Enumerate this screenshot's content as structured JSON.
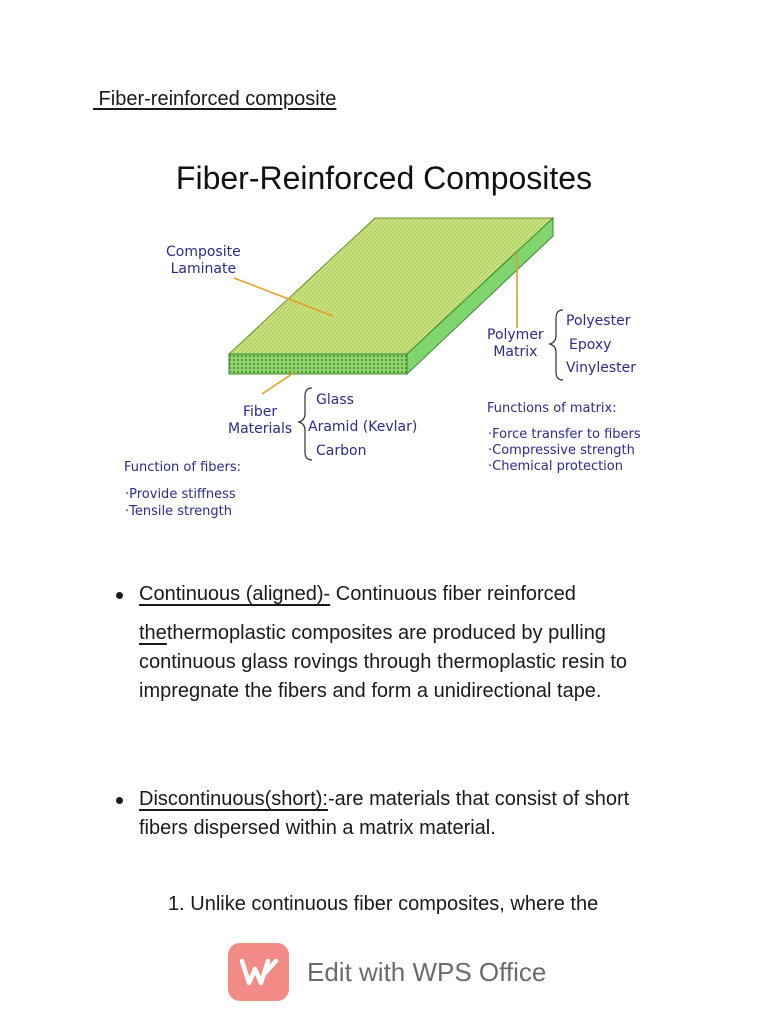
{
  "document": {
    "heading": " Fiber-reinforced composite"
  },
  "figure": {
    "title": "Fiber-Reinforced Composites",
    "composite_laminate_label": [
      "Composite",
      "Laminate"
    ],
    "polymer_matrix_label": [
      "Polymer",
      "Matrix"
    ],
    "matrix_types": [
      "Polyester",
      "Epoxy",
      "Vinylester"
    ],
    "fiber_materials_label": [
      "Fiber",
      "Materials"
    ],
    "fiber_types": [
      "Glass",
      "Aramid (Kevlar)",
      "Carbon"
    ],
    "matrix_functions_title": "Functions of matrix:",
    "matrix_functions": [
      "·Force transfer to fibers",
      "·Compressive strength",
      "·Chemical protection"
    ],
    "fiber_functions_title": "Function of fibers:",
    "fiber_functions": [
      "·Provide stiffness",
      "·Tensile strength"
    ],
    "colors": {
      "laminate_top": "#c9e27e",
      "laminate_front": "#8ed26a",
      "laminate_side": "#7fd66e",
      "leader_lines": "#e0a020",
      "label_text": "#2b2b8c"
    }
  },
  "bullets": [
    {
      "term": "Continuous (aligned)-",
      "first_line": " Continuous fiber reinforced",
      "the_word": "the",
      "rest": "thermoplastic composites are produced by pulling continuous glass rovings through thermoplastic resin to impregnate the fibers and form a unidirectional tape."
    },
    {
      "term": "Discontinuous(short):",
      "rest": "-are materials that consist of short fibers dispersed within a matrix material."
    }
  ],
  "numbered_item": {
    "number": "1.",
    "text": "Unlike continuous fiber composites, where the"
  },
  "watermark": {
    "text": "Edit with WPS Office",
    "logo_color": "#f28b85"
  }
}
